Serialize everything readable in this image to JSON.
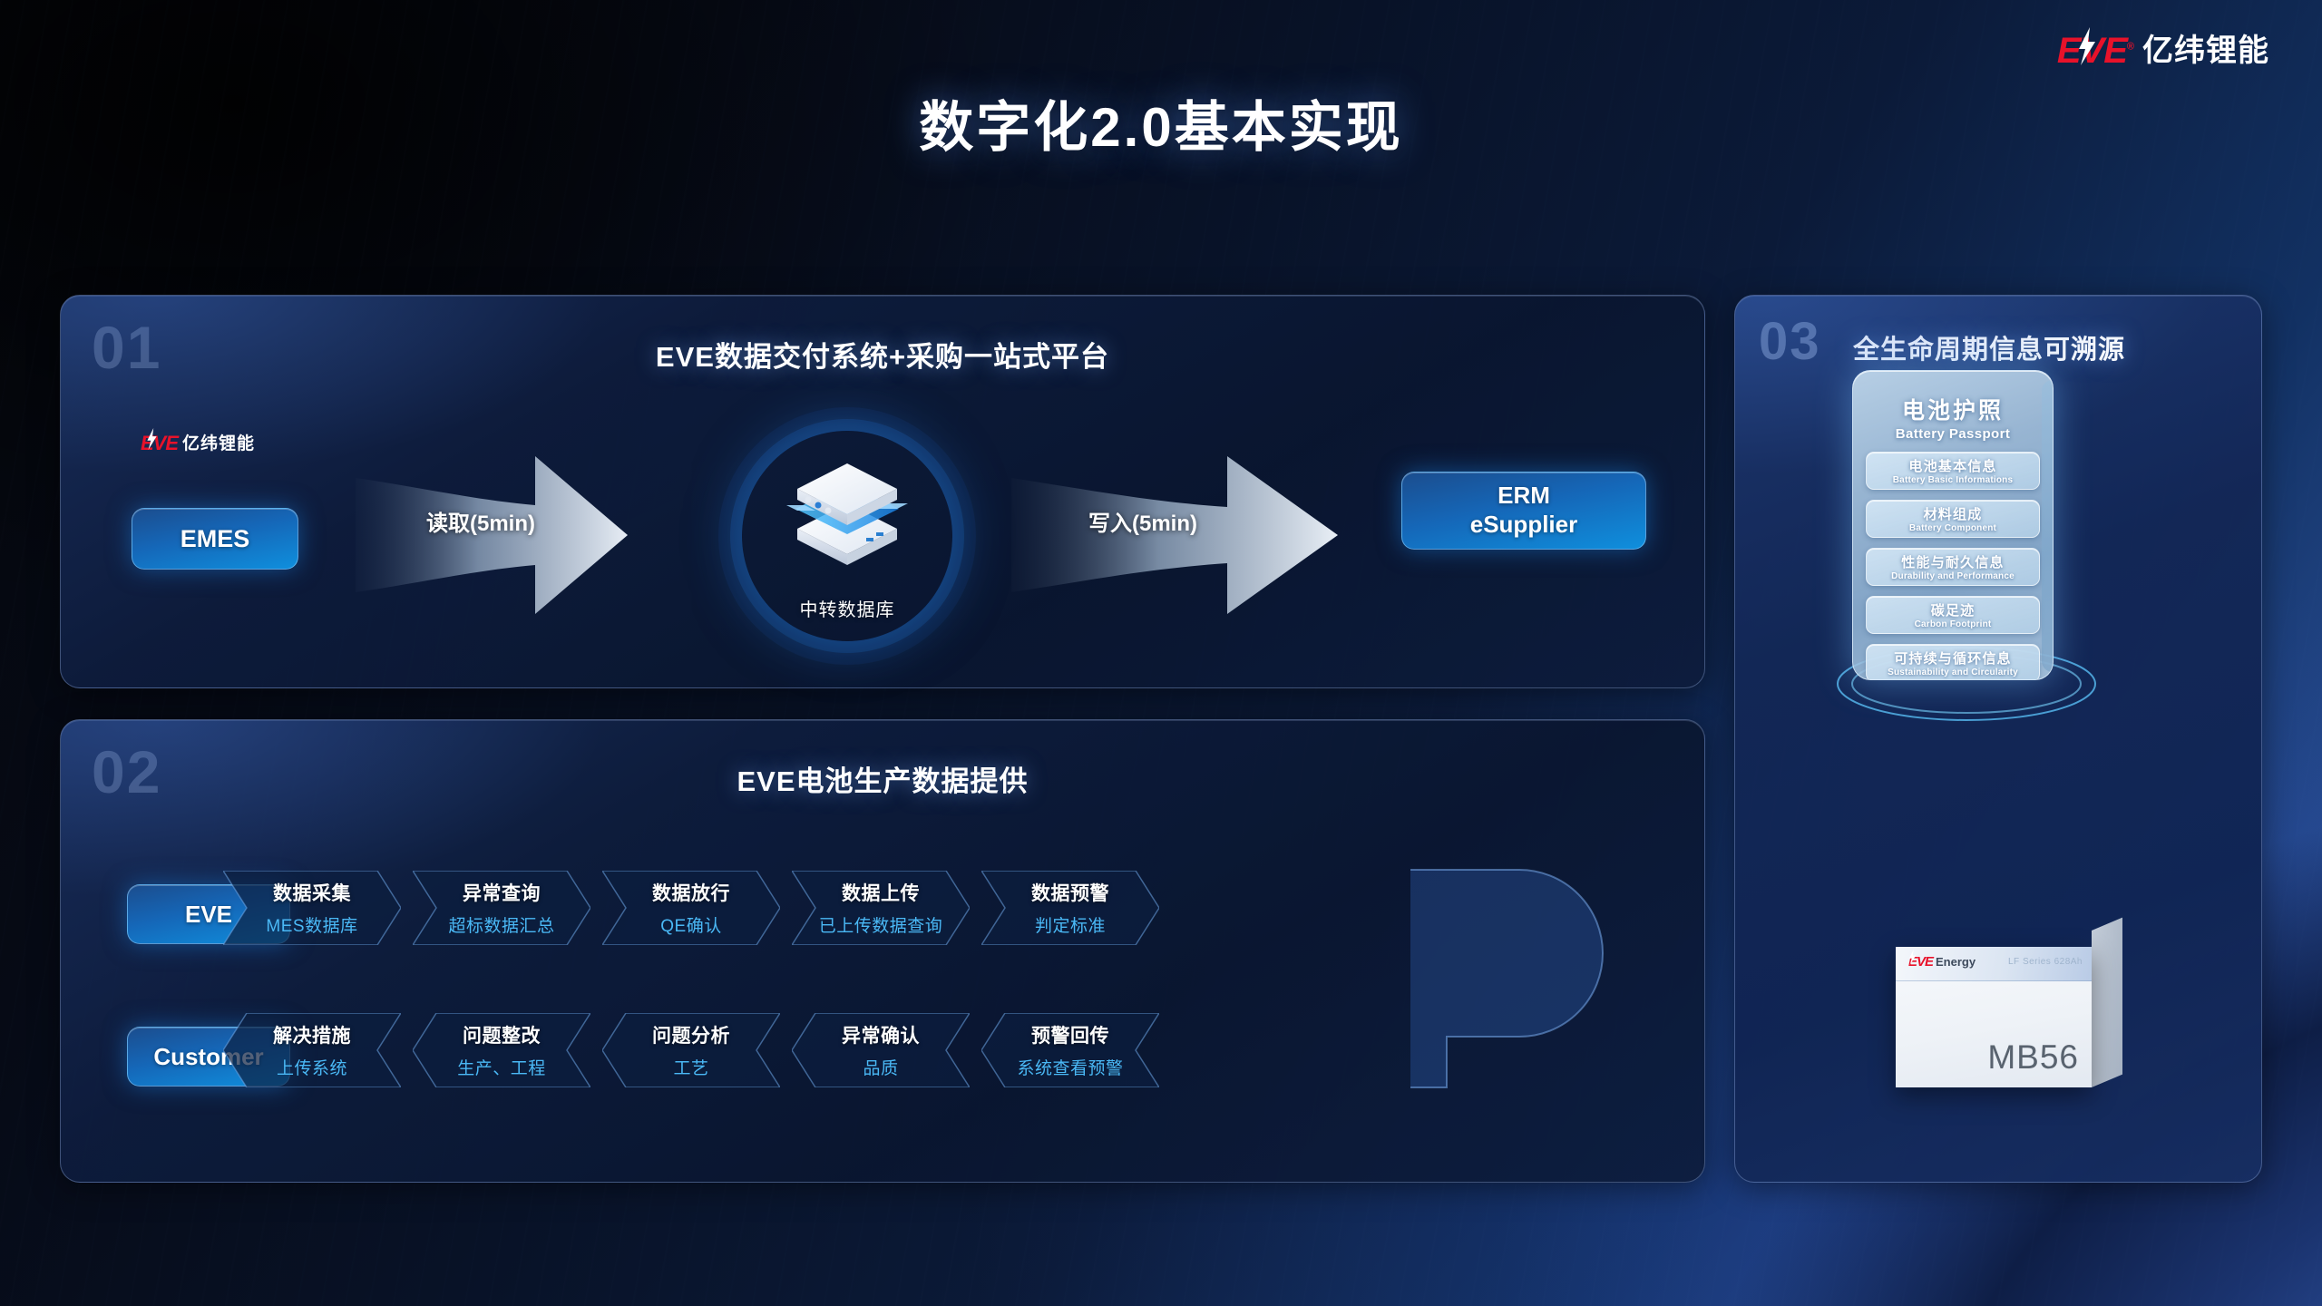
{
  "brand": {
    "mark": "EVE",
    "tm": "®",
    "cn": "亿纬锂能"
  },
  "page": {
    "title": "数字化2.0基本实现"
  },
  "panel01": {
    "number": "01",
    "title": "EVE数据交付系统+采购一站式平台",
    "source_logo": {
      "mark": "EVE",
      "cn": "亿纬锂能"
    },
    "source_node": "EMES",
    "arrow_read_label": "读取(5min)",
    "hub_label": "中转数据库",
    "arrow_write_label": "写入(5min)",
    "target_node_line1": "ERM",
    "target_node_line2": "eSupplier"
  },
  "panel02": {
    "number": "02",
    "title": "EVE电池生产数据提供",
    "row_top_actor": "EVE",
    "row_bottom_actor": "Customer",
    "row_top": [
      {
        "title": "数据采集",
        "sub": "MES数据库"
      },
      {
        "title": "异常查询",
        "sub": "超标数据汇总"
      },
      {
        "title": "数据放行",
        "sub": "QE确认"
      },
      {
        "title": "数据上传",
        "sub": "已上传数据查询"
      },
      {
        "title": "数据预警",
        "sub": "判定标准"
      }
    ],
    "row_bottom": [
      {
        "title": "解决措施",
        "sub": "上传系统"
      },
      {
        "title": "问题整改",
        "sub": "生产、工程"
      },
      {
        "title": "问题分析",
        "sub": "工艺"
      },
      {
        "title": "异常确认",
        "sub": "品质"
      },
      {
        "title": "预警回传",
        "sub": "系统查看预警"
      }
    ]
  },
  "panel03": {
    "number": "03",
    "title": "全生命周期信息可溯源",
    "passport": {
      "title_cn": "电池护照",
      "title_en": "Battery Passport",
      "items": [
        {
          "cn": "电池基本信息",
          "en": "Battery Basic Informations"
        },
        {
          "cn": "材料组成",
          "en": "Battery Component"
        },
        {
          "cn": "性能与耐久信息",
          "en": "Durability and Performance"
        },
        {
          "cn": "碳足迹",
          "en": "Carbon Footprint"
        },
        {
          "cn": "可持续与循环信息",
          "en": "Sustainability and Circularity"
        }
      ]
    },
    "battery": {
      "logo_mark": "EVE",
      "logo_text": "Energy",
      "spec": "LF Series  628Ah",
      "model": "MB56"
    }
  },
  "colors": {
    "brand_red": "#e8122a",
    "accent_cyan": "#4ab8f5",
    "node_blue": "#1567b8",
    "panel_border": "#96afe1"
  }
}
